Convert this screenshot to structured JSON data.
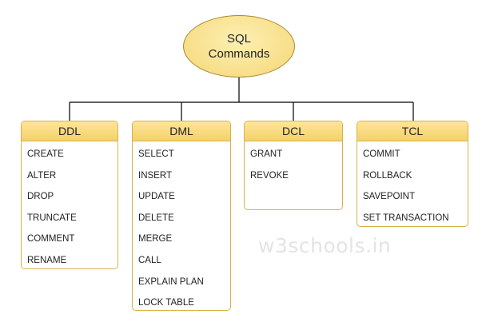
{
  "root": {
    "line1": "SQL",
    "line2": "Commands"
  },
  "categories": [
    {
      "title": "DDL",
      "items": [
        "CREATE",
        "ALTER",
        "DROP",
        "TRUNCATE",
        "COMMENT",
        "RENAME"
      ]
    },
    {
      "title": "DML",
      "items": [
        "SELECT",
        "INSERT",
        "UPDATE",
        "DELETE",
        "MERGE",
        "CALL",
        "EXPLAIN PLAN",
        "LOCK TABLE"
      ]
    },
    {
      "title": "DCL",
      "items": [
        "GRANT",
        "REVOKE"
      ]
    },
    {
      "title": "TCL",
      "items": [
        "COMMIT",
        "ROLLBACK",
        "SAVEPOINT",
        "SET TRANSACTION"
      ]
    }
  ],
  "watermark": "w3schools.in",
  "colors": {
    "header_fill": "#f9dc7f",
    "border": "#d7b24a",
    "connector": "#000000",
    "root_fill": "#f7de88"
  }
}
